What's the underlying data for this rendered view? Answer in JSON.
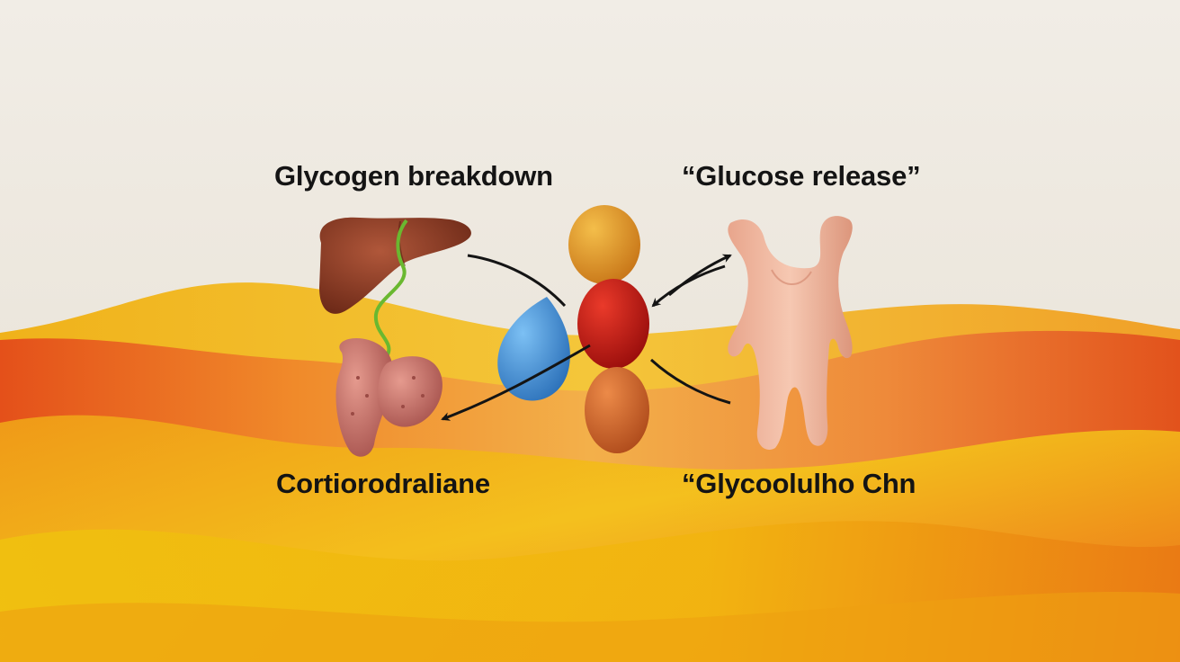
{
  "labels": {
    "top_left": "Glycogen breakdown",
    "top_right": "“Glucose release”",
    "bottom_left": "Cortiorodraliane",
    "bottom_right": "“Glycoolulho Chn"
  },
  "colors": {
    "background_top": "#efebe3",
    "wave_yellow": "#f2c21a",
    "wave_orange": "#e8581c",
    "liver": "#8a3a22",
    "pancreas_pink": "#c9706a",
    "blue_gland": "#3f8fd6",
    "orange_top_gland": "#e29a2a",
    "red_center_gland": "#c81a14",
    "brown_bottom_gland": "#d26a2c",
    "vessel_pink": "#efb39a",
    "arrow": "#141414",
    "text": "#141414"
  },
  "icons": [
    "liver-icon",
    "pancreas-icon",
    "blue-gland-icon",
    "orange-gland-icon",
    "red-gland-icon",
    "brown-gland-icon",
    "vessel-figure-icon"
  ]
}
